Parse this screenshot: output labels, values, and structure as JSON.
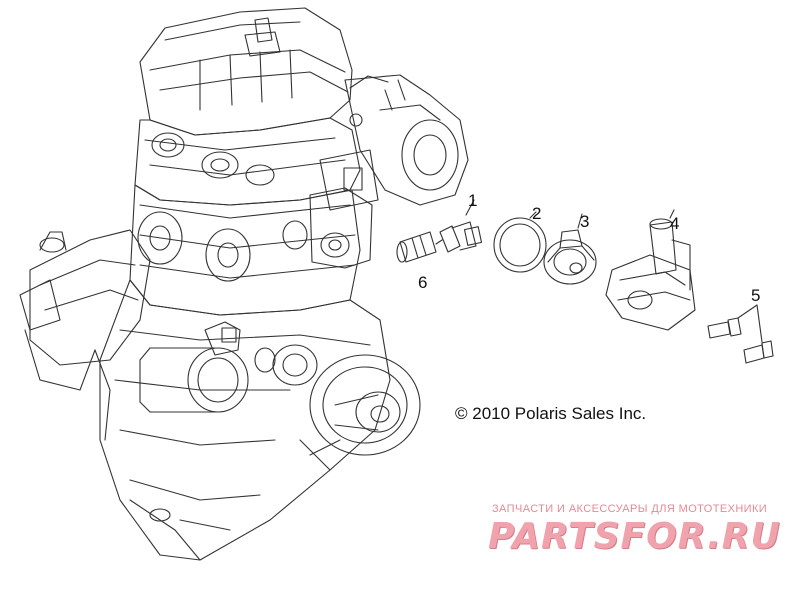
{
  "callouts": [
    {
      "id": "1",
      "label": "1"
    },
    {
      "id": "2",
      "label": "2"
    },
    {
      "id": "3",
      "label": "3"
    },
    {
      "id": "4",
      "label": "4"
    },
    {
      "id": "5",
      "label": "5"
    },
    {
      "id": "6",
      "label": "6"
    }
  ],
  "copyright": "© 2010 Polaris Sales Inc.",
  "watermark": {
    "tagline": "ЗАПЧАСТИ И АКСЕССУАРЫ ДЛЯ МОТОТЕХНИКИ",
    "logo_text": "PARTSFOR.RU",
    "color": "#f0a3ad"
  },
  "line_color": "#333333"
}
